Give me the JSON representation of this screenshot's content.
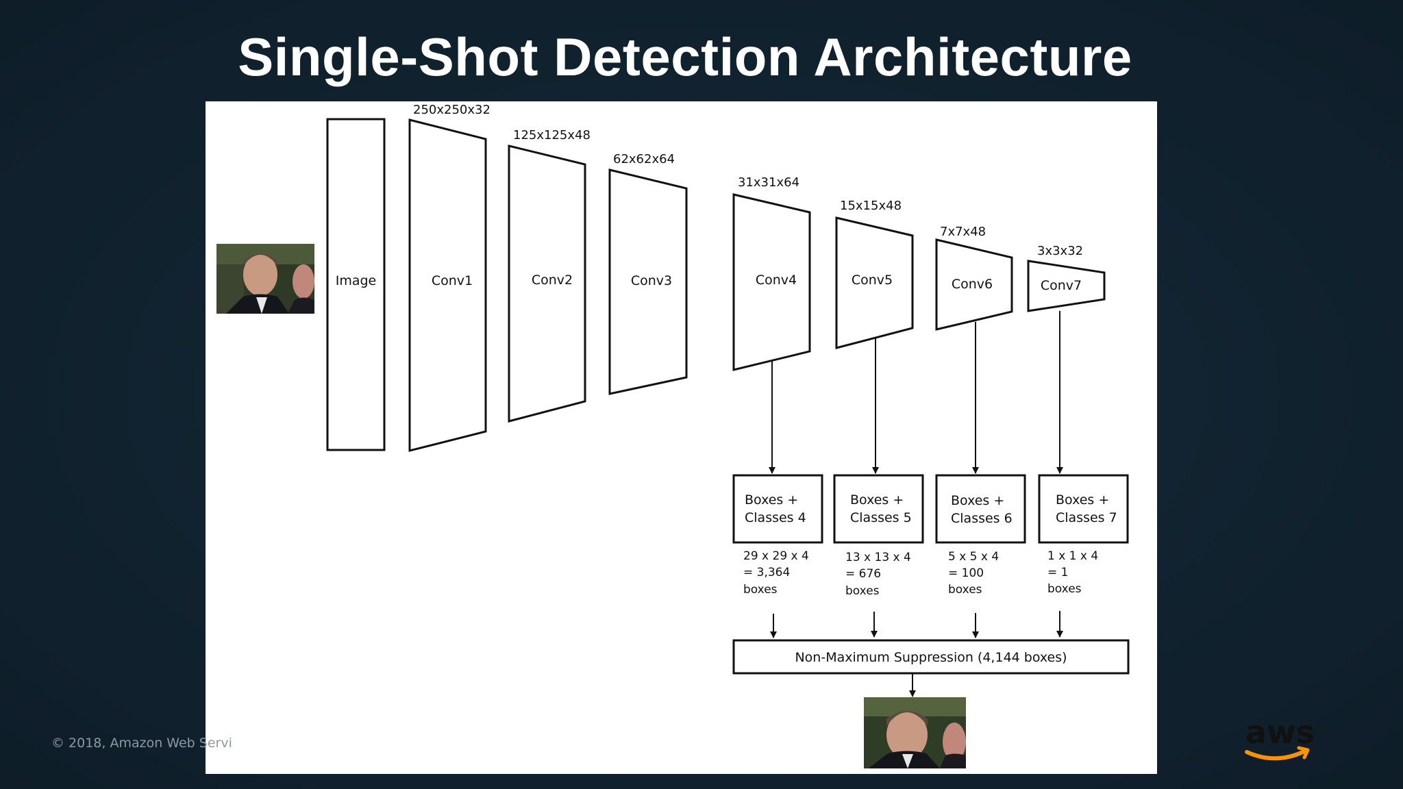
{
  "slide": {
    "title": "Single-Shot Detection Architecture",
    "copyright": "© 2018, Amazon Web Servi",
    "logo_text": "aws",
    "background_color": "#11222f",
    "logo_smile_color": "#f79400"
  },
  "diagram": {
    "input_node": "Image",
    "layers": [
      {
        "name": "Conv1",
        "size": "250x250x32"
      },
      {
        "name": "Conv2",
        "size": "125x125x48"
      },
      {
        "name": "Conv3",
        "size": "62x62x64"
      },
      {
        "name": "Conv4",
        "size": "31x31x64"
      },
      {
        "name": "Conv5",
        "size": "15x15x48"
      },
      {
        "name": "Conv6",
        "size": "7x7x48"
      },
      {
        "name": "Conv7",
        "size": "3x3x32"
      }
    ],
    "detectors": [
      {
        "label_line1": "Boxes +",
        "label_line2": "Classes 4",
        "count_line1": "29 x 29 x 4",
        "count_line2": "= 3,364",
        "count_line3": "boxes"
      },
      {
        "label_line1": "Boxes +",
        "label_line2": "Classes 5",
        "count_line1": "13 x 13 x 4",
        "count_line2": "= 676",
        "count_line3": "boxes"
      },
      {
        "label_line1": "Boxes +",
        "label_line2": "Classes 6",
        "count_line1": "5 x 5 x 4",
        "count_line2": "= 100",
        "count_line3": "boxes"
      },
      {
        "label_line1": "Boxes +",
        "label_line2": "Classes 7",
        "count_line1": "1 x 1 x 4",
        "count_line2": "= 1",
        "count_line3": "boxes"
      }
    ],
    "nms_label": "Non-Maximum Suppression (4,144 boxes)"
  }
}
